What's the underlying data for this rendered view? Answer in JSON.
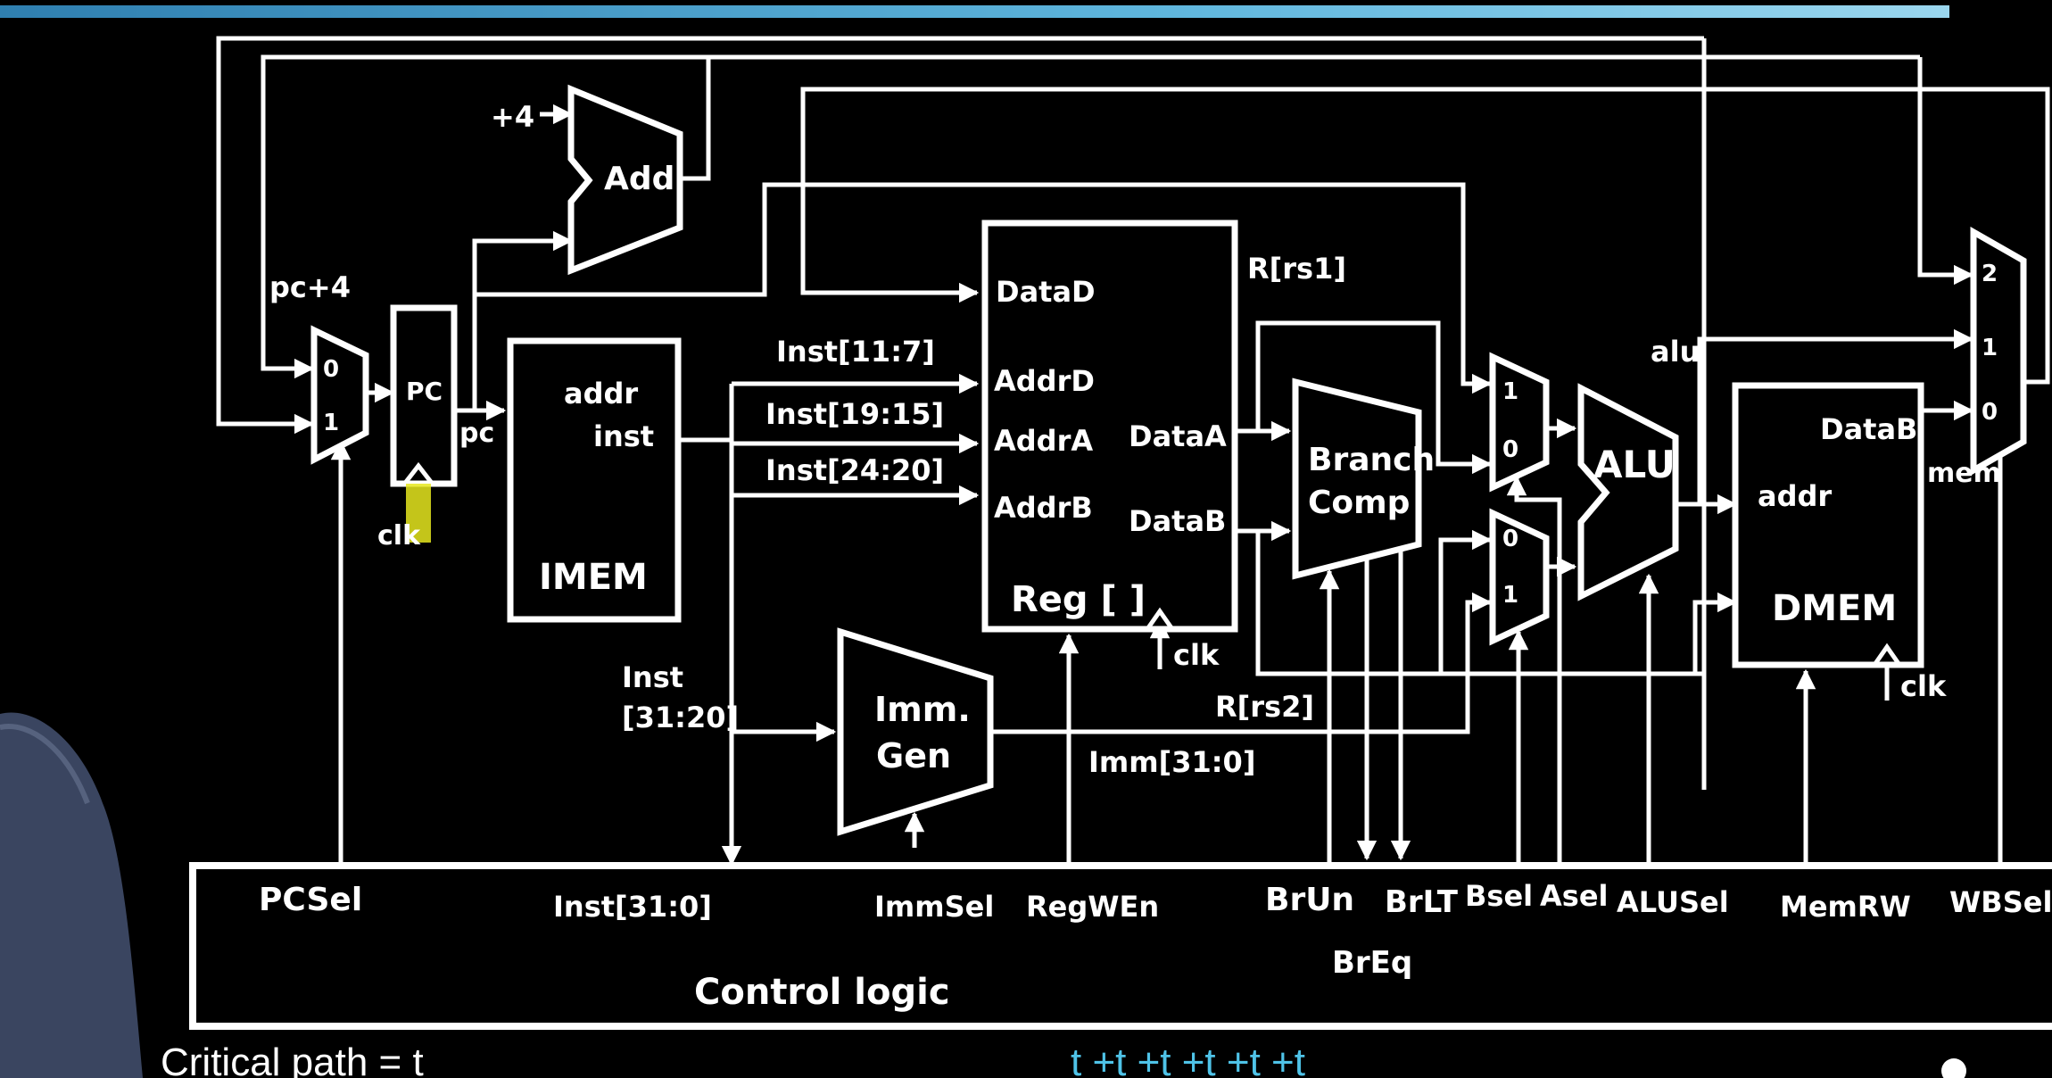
{
  "blocks": {
    "add": "Add",
    "plus4": "+4",
    "pc": "PC",
    "imem": "IMEM",
    "imem_addr": "addr",
    "imem_inst": "inst",
    "reg": "Reg [ ]",
    "imm_gen_1": "Imm.",
    "imm_gen_2": "Gen",
    "branch_comp_1": "Branch",
    "branch_comp_2": "Comp",
    "alu": "ALU",
    "dmem": "DMEM",
    "dmem_addr": "addr",
    "dmem_datab": "DataB",
    "control_logic": "Control logic"
  },
  "ports": {
    "dataD": "DataD",
    "addrD": "AddrD",
    "addrA": "AddrA",
    "addrB": "AddrB",
    "dataA": "DataA",
    "dataB": "DataB"
  },
  "mux": {
    "pc_0": "0",
    "pc_1": "1",
    "a_1": "1",
    "a_0": "0",
    "b_0": "0",
    "b_1": "1",
    "wb_2": "2",
    "wb_1": "1",
    "wb_0": "0"
  },
  "signals": {
    "pc_plus4": "pc+4",
    "pc": "pc",
    "clk": "clk",
    "inst_11_7": "Inst[11:7]",
    "inst_19_15": "Inst[19:15]",
    "inst_24_20": "Inst[24:20]",
    "inst_31_20_a": "Inst",
    "inst_31_20_b": "[31:20]",
    "r_rs1": "R[rs1]",
    "r_rs2": "R[rs2]",
    "imm": "Imm[31:0]",
    "alu": "alu",
    "mem": "mem"
  },
  "controls": {
    "pcsel": "PCSel",
    "inst_31_0": "Inst[31:0]",
    "immsel": "ImmSel",
    "regwen": "RegWEn",
    "brun": "BrUn",
    "brlt": "BrLT",
    "breq": "BrEq",
    "bsel": "Bsel",
    "asel": "Asel",
    "alusel": "ALUSel",
    "memrw": "MemRW",
    "wbsel": "WBSel"
  },
  "caption": "Critical path = t"
}
